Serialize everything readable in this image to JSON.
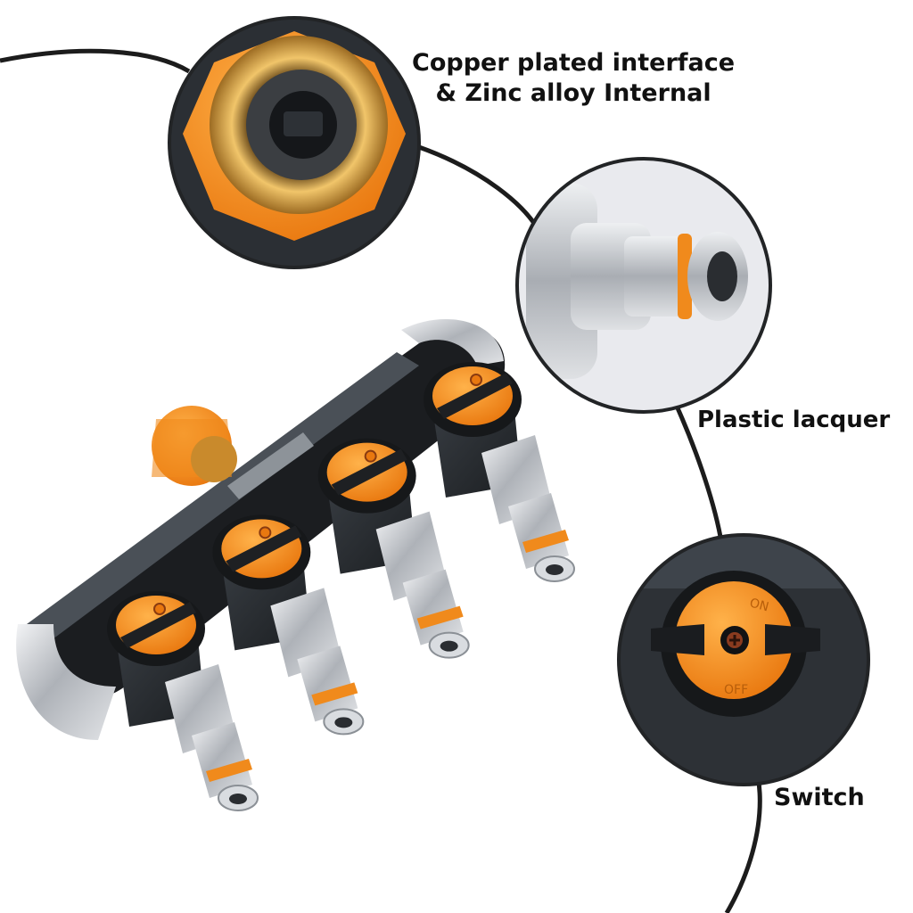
{
  "callouts": {
    "copper": {
      "line1": "Copper plated interface",
      "line2": "& Zinc alloy Internal"
    },
    "plastic": {
      "text": "Plastic lacquer"
    },
    "switch": {
      "text": "Switch",
      "dial_on": "ON",
      "dial_off": "OFF"
    }
  },
  "colors": {
    "orange": "#f7901e",
    "dark_body": "#2c3034",
    "black": "#16181a",
    "silver": "#c9ccd0",
    "brass": "#d4a04a",
    "cable": "#1c1c1c"
  },
  "product": {
    "outlet_count": 4
  }
}
